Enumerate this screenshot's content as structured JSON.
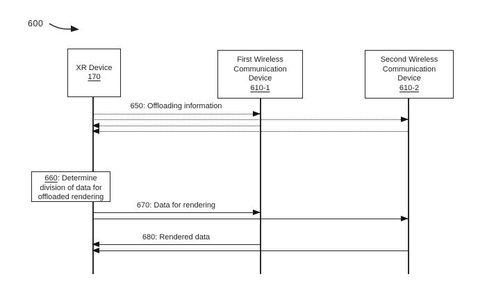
{
  "figure": {
    "ref": "600"
  },
  "actors": [
    {
      "id": "xr-device",
      "lines": [
        "XR Device"
      ],
      "ref": "170"
    },
    {
      "id": "first-wireless-communication-device",
      "lines": [
        "First Wireless",
        "Communication",
        "Device"
      ],
      "ref": "610-1"
    },
    {
      "id": "second-wireless-communication-device",
      "lines": [
        "Second Wireless",
        "Communication",
        "Device"
      ],
      "ref": "610-2"
    }
  ],
  "messages": [
    {
      "id": "650",
      "label": "650: Offloading information",
      "style": "dotted",
      "from": "xr-device",
      "to": "first-wireless-communication-device"
    },
    {
      "id": "650b",
      "label": "",
      "style": "dotted",
      "from": "xr-device",
      "to": "second-wireless-communication-device"
    },
    {
      "id": "650c",
      "label": "",
      "style": "dotted",
      "from": "first-wireless-communication-device",
      "to": "xr-device"
    },
    {
      "id": "650d",
      "label": "",
      "style": "dotted",
      "from": "second-wireless-communication-device",
      "to": "xr-device"
    },
    {
      "id": "670",
      "label": "670: Data for rendering",
      "style": "solid",
      "from": "xr-device",
      "to": "first-wireless-communication-device"
    },
    {
      "id": "670b",
      "label": "",
      "style": "solid",
      "from": "xr-device",
      "to": "second-wireless-communication-device"
    },
    {
      "id": "680",
      "label": "680: Rendered data",
      "style": "solid",
      "from": "first-wireless-communication-device",
      "to": "xr-device"
    },
    {
      "id": "680b",
      "label": "",
      "style": "solid",
      "from": "second-wireless-communication-device",
      "to": "xr-device"
    }
  ],
  "note": {
    "ref": "660",
    "text": ": Determine division of data for offloaded rendering"
  },
  "colors": {
    "line": "#262626",
    "text": "#1f1f1f",
    "background": "#ffffff"
  }
}
